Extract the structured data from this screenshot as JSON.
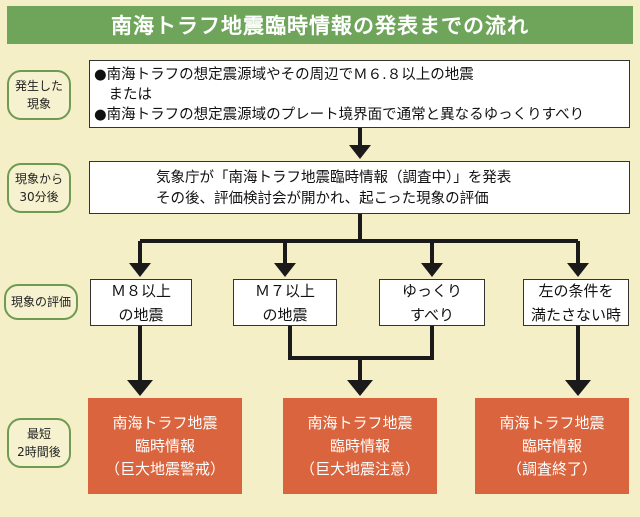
{
  "title": "南海トラフ地震臨時情報の発表までの流れ",
  "stages": {
    "phenomenon": [
      "発生した",
      "現象"
    ],
    "after30": [
      "現象から",
      "30分後"
    ],
    "evaluation": [
      "現象の評価"
    ],
    "latest": [
      "最短",
      "2時間後"
    ]
  },
  "phenomenon_box": {
    "line1": "●南海トラフの想定震源域やその周辺でＭ６.８以上の地震",
    "line2": "　または",
    "line3": "●南海トラフの想定震源域のプレート境界面で通常と異なるゆっくりすべり"
  },
  "jma_box": {
    "line1": "気象庁が「南海トラフ地震臨時情報（調査中）」を発表",
    "line2": "その後、評価検討会が開かれ、起こった現象の評価"
  },
  "evaluations": [
    [
      "Ｍ８以上",
      "の地震"
    ],
    [
      "Ｍ７以上",
      "の地震"
    ],
    [
      "ゆっくり",
      "すべり"
    ],
    [
      "左の条件を",
      "満たさない時"
    ]
  ],
  "results": [
    [
      "南海トラフ地震",
      "臨時情報",
      "（巨大地震警戒）"
    ],
    [
      "南海トラフ地震",
      "臨時情報",
      "（巨大地震注意）"
    ],
    [
      "南海トラフ地震",
      "臨時情報",
      "（調査終了）"
    ]
  ],
  "colors": {
    "title_bg": "#6ea55a",
    "stage_border": "#6f9a52",
    "result_bg": "#d9643e",
    "background": "#f4efc6"
  }
}
